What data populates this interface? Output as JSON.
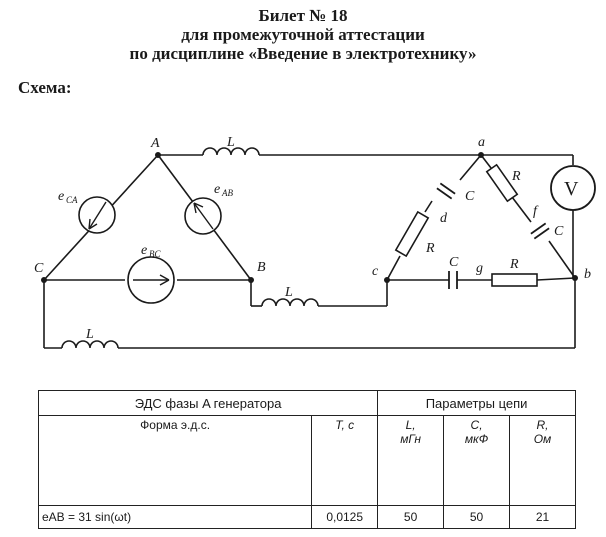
{
  "header": {
    "line1": "Билет № 18",
    "line2": "для промежуточной аттестации",
    "line3": "по дисциплине «Введение в электротехнику»"
  },
  "scheme_label": "Схема:",
  "circuit": {
    "nodes": {
      "A": "A",
      "B": "B",
      "C": "C",
      "a": "a",
      "b": "b",
      "c": "c"
    },
    "source_labels": {
      "eCA": "e",
      "eCA_sub": "CA",
      "eAB": "e",
      "eAB_sub": "AB",
      "eBC": "e",
      "eBC_sub": "BC"
    },
    "element_labels": {
      "L": "L",
      "C": "C",
      "R": "R",
      "d": "d",
      "f": "f",
      "g": "g"
    },
    "voltmeter": "V"
  },
  "table": {
    "emf_header": "ЭДС фазы A генератора",
    "params_header": "Параметры цепи",
    "col_form": "Форма э.д.с.",
    "col_T": "T, c",
    "col_L_1": "L,",
    "col_L_2": "мГн",
    "col_C_1": "C,",
    "col_C_2": "мкФ",
    "col_R_1": "R,",
    "col_R_2": "Ом",
    "row": {
      "emf": "eAB = 31 sin(ωt)",
      "T": "0,0125",
      "L": "50",
      "C": "50",
      "R": "21"
    }
  }
}
